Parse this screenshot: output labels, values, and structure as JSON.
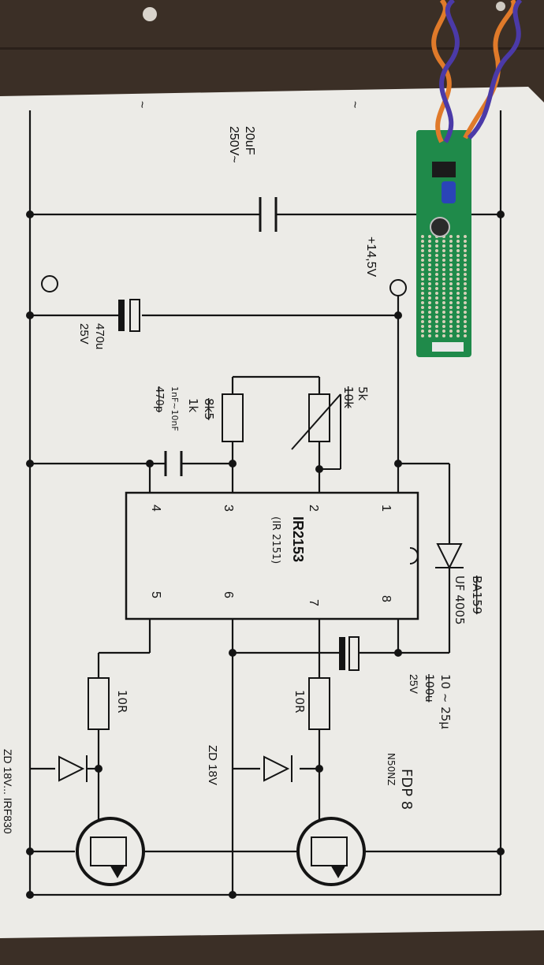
{
  "photo": {
    "description_free": true,
    "colors": {
      "table": "#3b2f26",
      "paper": "#ecebe7",
      "ink": "#141414",
      "pcb": "#1f8a4a",
      "wire_orange": "#e07a2a",
      "wire_purple": "#4b3aa8"
    }
  },
  "schematic": {
    "ic_name": "IR2153",
    "ic_alt": "(IR 2151)",
    "pins": [
      "1",
      "2",
      "3",
      "4",
      "5",
      "6",
      "7",
      "8"
    ],
    "cap_main": "20uF",
    "cap_main_volt": "250V~",
    "supply": "+14,5V",
    "cap_bulk": "470u",
    "cap_bulk_volt": "25V",
    "pot_orig": "10k",
    "pot_new": "5k",
    "res_orig": "8k5",
    "res_new": "1k",
    "cap_timing_orig": "470p",
    "cap_timing_new": "1nF~10nF",
    "diode_orig": "BA159",
    "diode_new": "UF 4005",
    "boot_cap_value": "10 ~ 25µ",
    "boot_cap_orig": "100u",
    "boot_cap_volt": "25V",
    "gate_res_hi": "10R",
    "gate_res_lo": "10R",
    "zener_hi": "ZD 18V",
    "zener_lo": "ZD 18V",
    "mosfet_hi": "FDP 8",
    "mosfet_hi_sub": "N50NZ",
    "bottom_cut": "ZD 18V... IRF830",
    "tilde_marks": [
      "~",
      "~"
    ]
  }
}
